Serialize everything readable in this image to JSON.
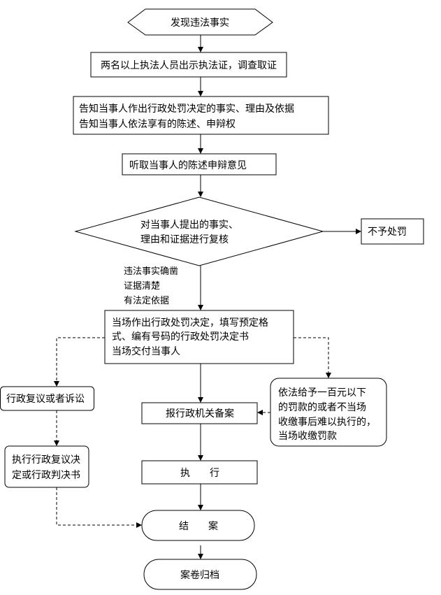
{
  "nodes": {
    "start": "发现违法事实",
    "step1": "两名以上执法人员出示执法证，调查取证",
    "step2": [
      "告知当事人作出行政处罚决定的事实、理由及依据",
      "告知当事人依法享有的陈述、申辩权"
    ],
    "step3": "听取当事人的陈述申辩意见",
    "review": [
      "对当事人提出的事实、",
      "理由和证据进行复核"
    ],
    "no_penalty": "不予处罚",
    "condition": [
      "违法事实确凿",
      "证据清楚",
      "有法定依据"
    ],
    "decision": [
      "当场作出行政处罚决定，填写预定格",
      "式、编有号码的行政处罚决定书",
      "当场交付当事人"
    ],
    "appeal": "行政复议或者诉讼",
    "execute_appeal": [
      "执行行政复议决",
      "定或行政判决书"
    ],
    "fine_case": [
      "依法给予一百元以下",
      "的罚款的或者不当场",
      "收缴事后难以执行的，",
      "当场收缴罚款"
    ],
    "file_report": "报行政机关备案",
    "execute": "执　　行",
    "close": "结　　案",
    "archive": "案卷归档"
  }
}
